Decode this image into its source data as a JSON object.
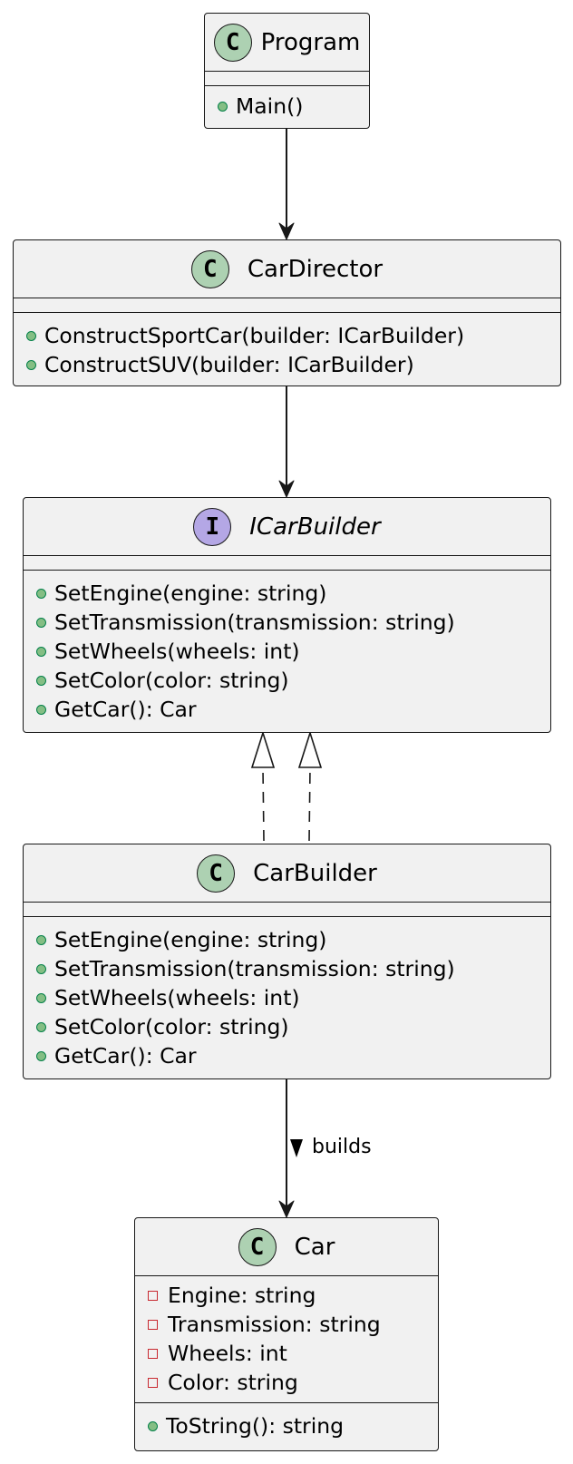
{
  "diagram": {
    "classes": {
      "program": {
        "name": "Program",
        "stereotype": "C",
        "fields": [],
        "methods": [
          "Main()"
        ]
      },
      "car_director": {
        "name": "CarDirector",
        "stereotype": "C",
        "fields": [],
        "methods": [
          "ConstructSportCar(builder: ICarBuilder)",
          "ConstructSUV(builder: ICarBuilder)"
        ]
      },
      "icar_builder": {
        "name": "ICarBuilder",
        "stereotype": "I",
        "fields": [],
        "methods": [
          "SetEngine(engine: string)",
          "SetTransmission(transmission: string)",
          "SetWheels(wheels: int)",
          "SetColor(color: string)",
          "GetCar(): Car"
        ]
      },
      "car_builder": {
        "name": "CarBuilder",
        "stereotype": "C",
        "fields": [],
        "methods": [
          "SetEngine(engine: string)",
          "SetTransmission(transmission: string)",
          "SetWheels(wheels: int)",
          "SetColor(color: string)",
          "GetCar(): Car"
        ]
      },
      "car": {
        "name": "Car",
        "stereotype": "C",
        "fields": [
          "Engine: string",
          "Transmission: string",
          "Wheels: int",
          "Color: string"
        ],
        "methods": [
          "ToString(): string"
        ]
      }
    },
    "relations": [
      {
        "from": "Program",
        "to": "CarDirector",
        "type": "association"
      },
      {
        "from": "CarDirector",
        "to": "ICarBuilder",
        "type": "association"
      },
      {
        "from": "CarBuilder",
        "to": "ICarBuilder",
        "type": "realization"
      },
      {
        "from": "CarBuilder",
        "to": "ICarBuilder",
        "type": "realization"
      },
      {
        "from": "CarBuilder",
        "to": "Car",
        "type": "association",
        "label": "builds"
      }
    ],
    "colors": {
      "box_fill": "#f1f1f1",
      "border": "#181818",
      "class_icon": "#add1b2",
      "interface_icon": "#b4a7e5",
      "public_marker": "#84be84",
      "private_marker": "#c82930"
    }
  }
}
